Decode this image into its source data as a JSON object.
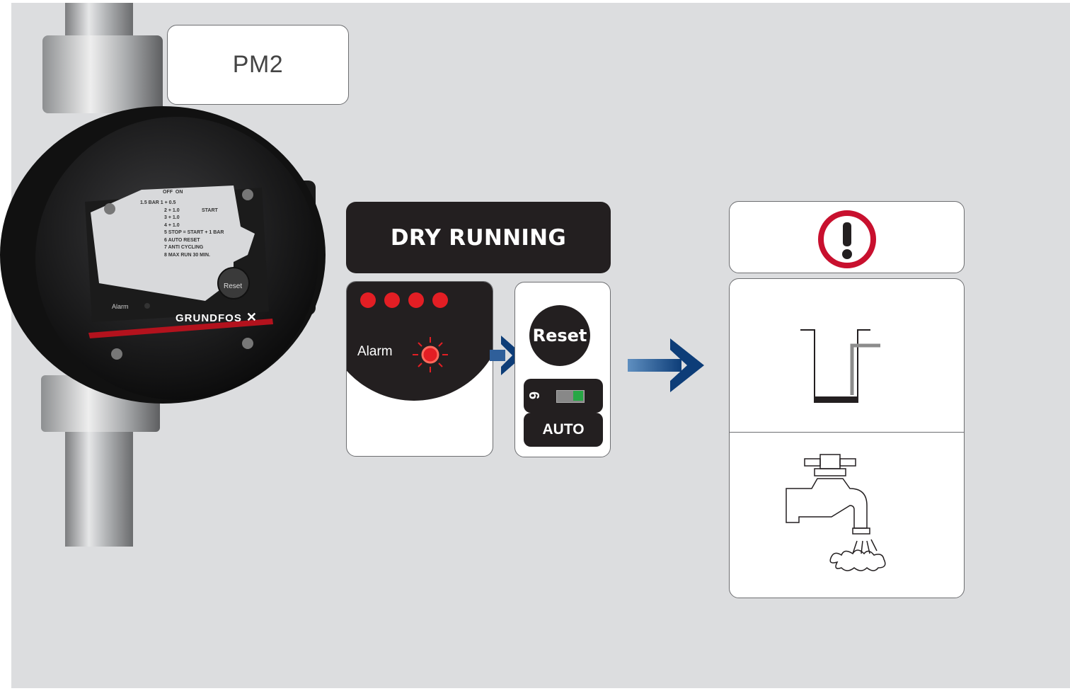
{
  "model_label": "PM2",
  "device": {
    "brand": "GRUNDFOS",
    "reset_label": "Reset",
    "alarm_label": "Alarm",
    "dip_header_off": "OFF",
    "dip_header_on": "ON",
    "dip_rows": [
      "1.5 BAR 1  + 0.5",
      "2  + 1.0",
      "3  + 1.0",
      "4  + 1.0",
      "5  STOP = START + 1 BAR",
      "6  AUTO RESET",
      "7  ANTI CYCLING",
      "8  MAX RUN 30 MIN."
    ],
    "dip_group_label": "START"
  },
  "status": {
    "title": "DRY RUNNING",
    "alarm_text": "Alarm",
    "reset_button": "Reset",
    "switch_number": "6",
    "auto_label": "AUTO"
  },
  "colors": {
    "background": "#dcdddf",
    "dark": "#231f20",
    "led_red": "#e31e24",
    "arrow_blue": "#0d3d78",
    "warning_red": "#c8102e"
  },
  "icons": {
    "warning": "exclamation-circle-icon",
    "tank": "empty-tank-icon",
    "tap": "water-tap-icon"
  }
}
